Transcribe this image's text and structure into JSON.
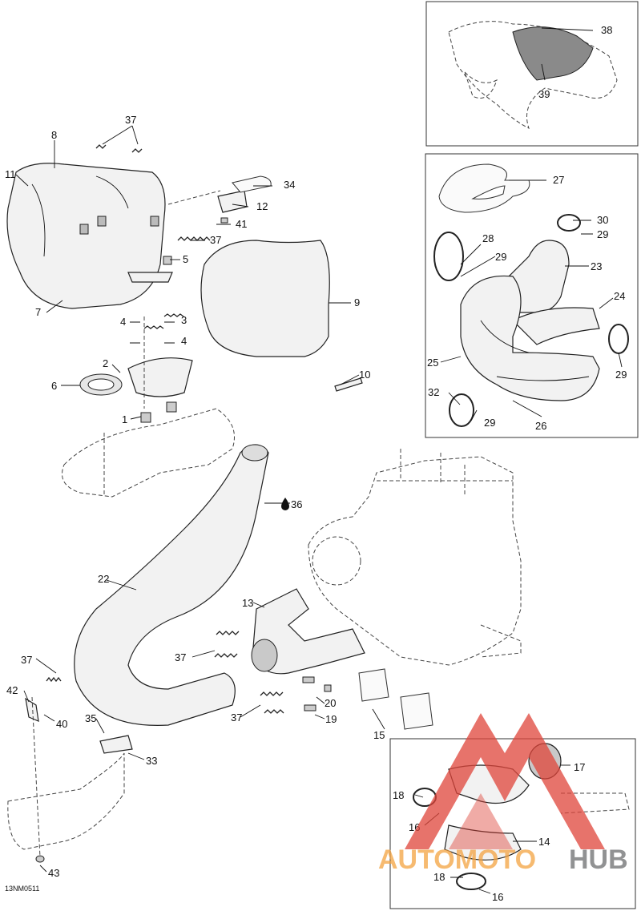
{
  "drawing_code": "13NM0511",
  "watermark": {
    "word_a": "AUTOMOTO",
    "word_b": "HUB",
    "color_a": "#f4a341",
    "color_b": "#6d6e70",
    "logo_color": "#e0453a"
  },
  "callouts": {
    "c1": "1",
    "c2": "2",
    "c3": "3",
    "c4a": "4",
    "c4b": "4",
    "c5": "5",
    "c6": "6",
    "c7": "7",
    "c8": "8",
    "c9": "9",
    "c10": "10",
    "c11": "11",
    "c12": "12",
    "c13": "13",
    "c14": "14",
    "c15": "15",
    "c16a": "16",
    "c16b": "16",
    "c17": "17",
    "c18a": "18",
    "c18b": "18",
    "c19": "19",
    "c20": "20",
    "c22": "22",
    "c23": "23",
    "c24": "24",
    "c25": "25",
    "c26": "26",
    "c27": "27",
    "c28": "28",
    "c29a": "29",
    "c29b": "29",
    "c29c": "29",
    "c29d": "29",
    "c30": "30",
    "c32": "32",
    "c33": "33",
    "c34": "34",
    "c35": "35",
    "c36": "36",
    "c37a": "37",
    "c37b": "37",
    "c37c": "37",
    "c37d": "37",
    "c37e": "37",
    "c38": "38",
    "c39": "39",
    "c40": "40",
    "c41": "41",
    "c42": "42",
    "c43": "43"
  }
}
